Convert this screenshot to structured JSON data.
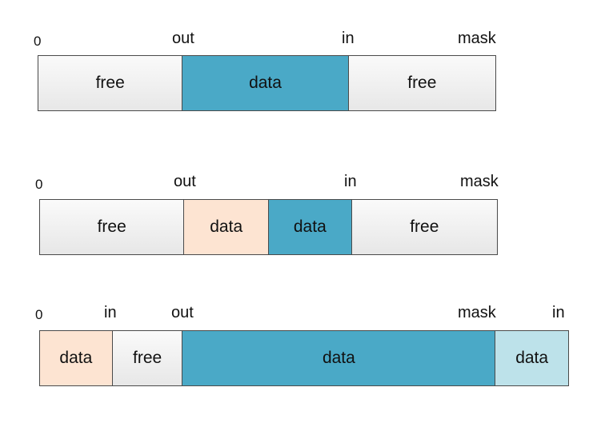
{
  "rows": [
    {
      "labels": {
        "zero": "0",
        "out": "out",
        "in": "in",
        "mask": "mask"
      },
      "segments": [
        {
          "label": "free",
          "kind": "free"
        },
        {
          "label": "data",
          "kind": "data-main"
        },
        {
          "label": "free",
          "kind": "free"
        }
      ]
    },
    {
      "labels": {
        "zero": "0",
        "out": "out",
        "in": "in",
        "mask": "mask"
      },
      "segments": [
        {
          "label": "free",
          "kind": "free"
        },
        {
          "label": "data",
          "kind": "data-old"
        },
        {
          "label": "data",
          "kind": "data-main"
        },
        {
          "label": "free",
          "kind": "free"
        }
      ]
    },
    {
      "labels": {
        "zero": "0",
        "in_left": "in",
        "out": "out",
        "mask": "mask",
        "in_right": "in"
      },
      "segments": [
        {
          "label": "data",
          "kind": "data-old"
        },
        {
          "label": "free",
          "kind": "free"
        },
        {
          "label": "data",
          "kind": "data-main"
        },
        {
          "label": "data",
          "kind": "data-light"
        }
      ]
    }
  ],
  "colors": {
    "main_data": "#4aa9c7",
    "old_data": "#fde4d2",
    "light_data": "#bde2ea",
    "free": "#eeeeee",
    "border": "#4a4a4a"
  }
}
